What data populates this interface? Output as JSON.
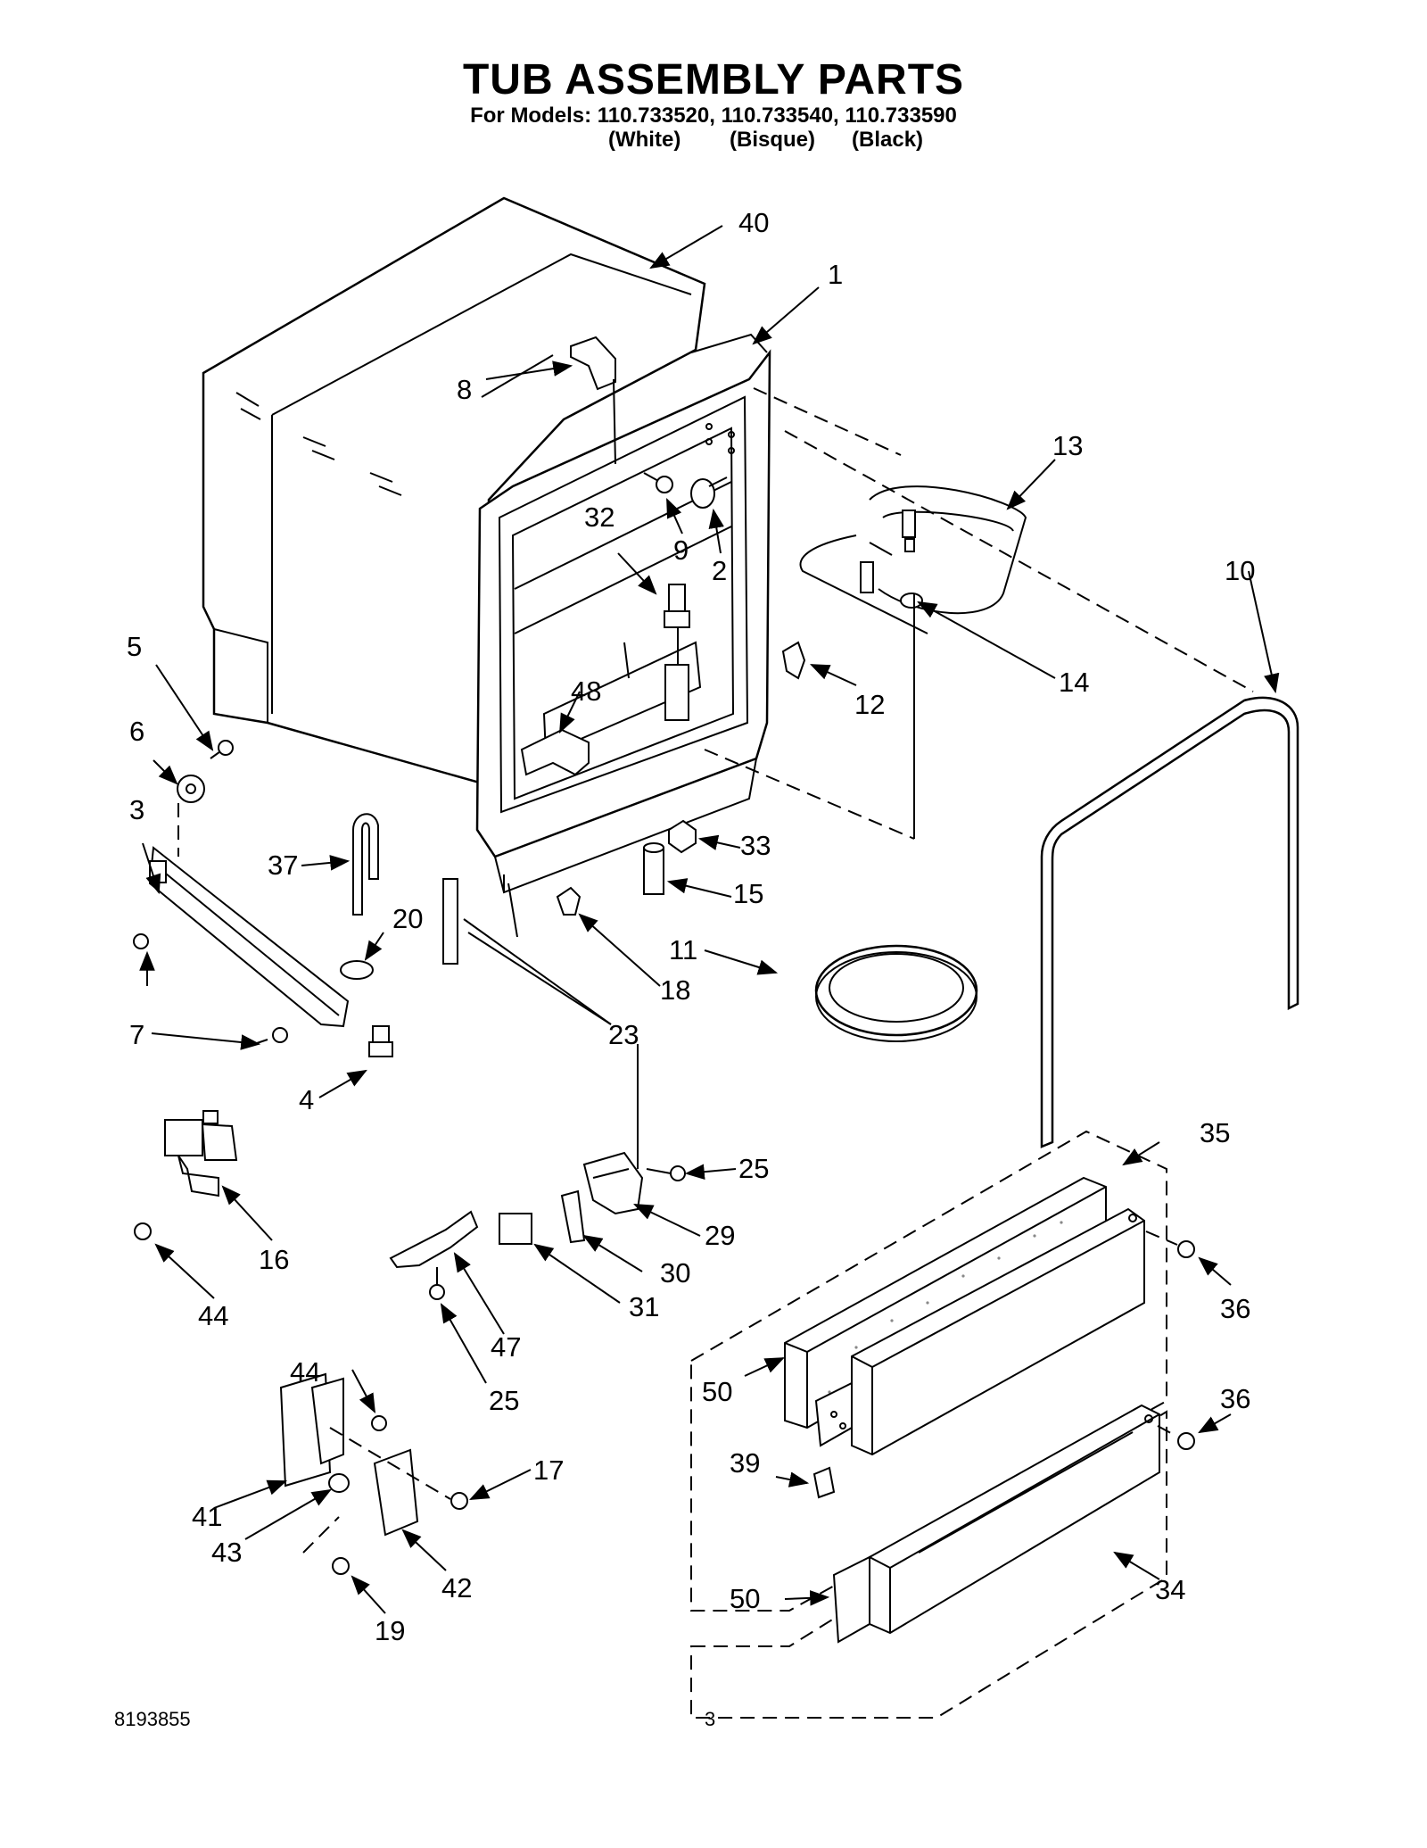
{
  "header": {
    "title": "TUB ASSEMBLY PARTS",
    "models_line": "For Models: 110.733520, 110.733540, 110.733590",
    "colors": [
      "(White)",
      "(Bisque)",
      "(Black)"
    ]
  },
  "callouts": {
    "c1": "1",
    "c2": "2",
    "c3": "3",
    "c4": "4",
    "c5": "5",
    "c6": "6",
    "c7": "7",
    "c8": "8",
    "c9": "9",
    "c10": "10",
    "c11": "11",
    "c12": "12",
    "c13": "13",
    "c14": "14",
    "c15": "15",
    "c16": "16",
    "c17": "17",
    "c18": "18",
    "c19": "19",
    "c20": "20",
    "c23": "23",
    "c25a": "25",
    "c25b": "25",
    "c29": "29",
    "c30": "30",
    "c31": "31",
    "c32": "32",
    "c33": "33",
    "c34": "34",
    "c35": "35",
    "c36a": "36",
    "c36b": "36",
    "c37": "37",
    "c39": "39",
    "c40": "40",
    "c41": "41",
    "c42": "42",
    "c43": "43",
    "c44a": "44",
    "c44b": "44",
    "c47": "47",
    "c48": "48",
    "c50a": "50",
    "c50b": "50"
  },
  "footer": {
    "doc_number": "8193855",
    "page_number": "3"
  }
}
